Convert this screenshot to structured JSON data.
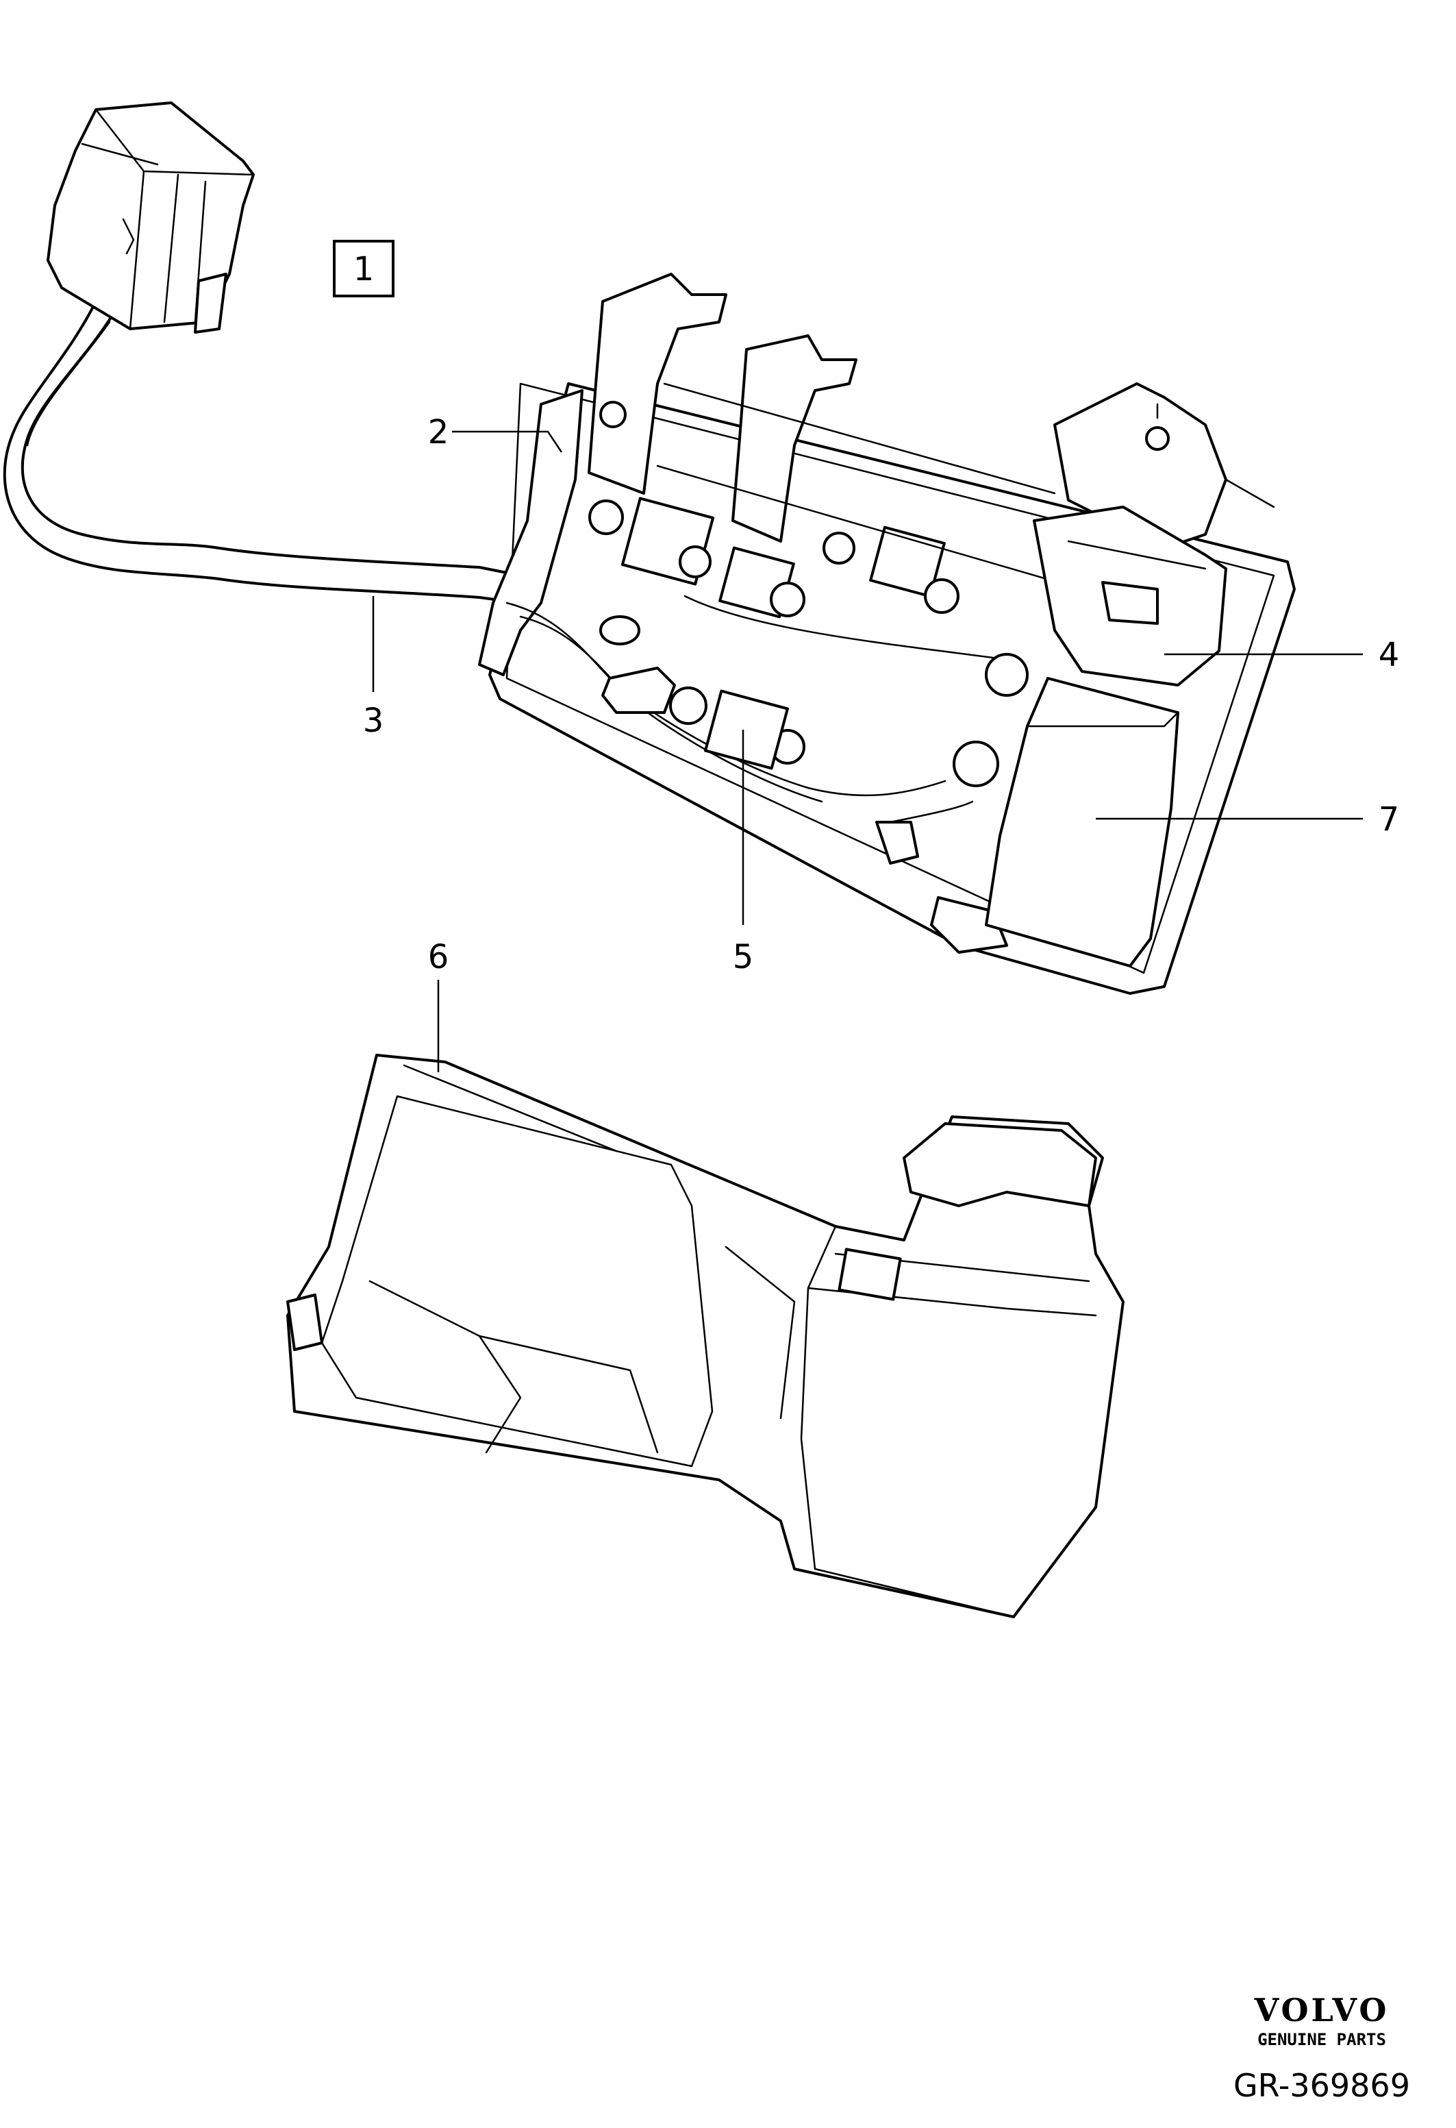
{
  "assembly": {
    "box_label": "1"
  },
  "callouts": [
    {
      "id": "2",
      "label": "2"
    },
    {
      "id": "3",
      "label": "3"
    },
    {
      "id": "4",
      "label": "4"
    },
    {
      "id": "5",
      "label": "5"
    },
    {
      "id": "6",
      "label": "6"
    },
    {
      "id": "7",
      "label": "7"
    }
  ],
  "brand": {
    "name": "VOLVO",
    "tagline": "GENUINE PARTS"
  },
  "reference": "GR-369869"
}
